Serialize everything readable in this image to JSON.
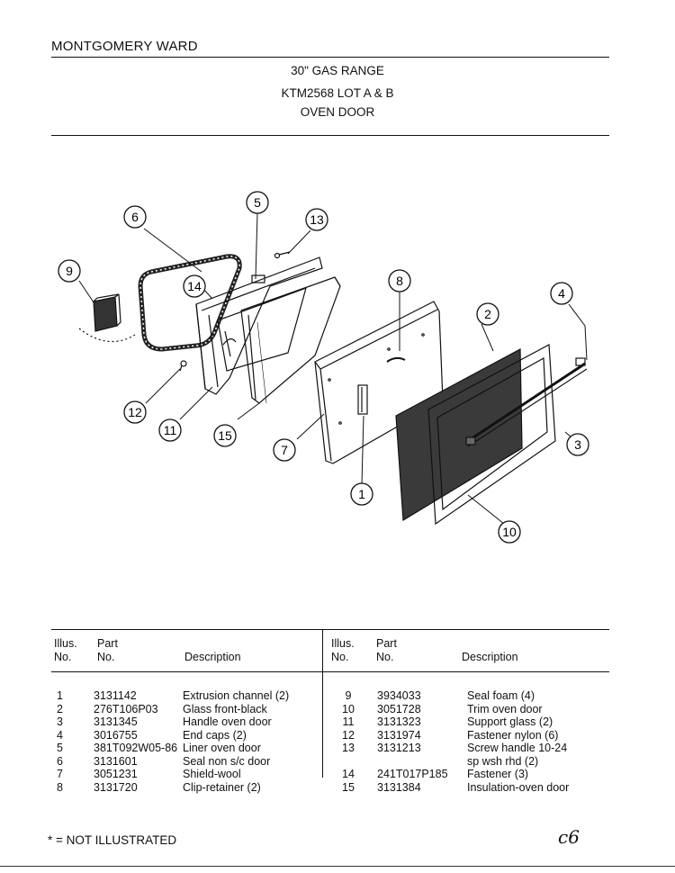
{
  "header": {
    "brand": "MONTGOMERY WARD",
    "line1": "30\" GAS RANGE",
    "line2": "KTM2568 LOT A & B",
    "line3": "OVEN DOOR"
  },
  "callouts": [
    "1",
    "2",
    "3",
    "4",
    "5",
    "6",
    "7",
    "8",
    "9",
    "10",
    "11",
    "12",
    "13",
    "14",
    "15"
  ],
  "table": {
    "headers": {
      "illus_1": "Illus.",
      "illus_2": "No.",
      "part_1": "Part",
      "part_2": "No.",
      "desc": "Description"
    },
    "left": [
      {
        "illus": "1",
        "part": "3131142",
        "desc": "Extrusion channel (2)"
      },
      {
        "illus": "2",
        "part": "276T106P03",
        "desc": "Glass front-black"
      },
      {
        "illus": "3",
        "part": "3131345",
        "desc": "Handle oven door"
      },
      {
        "illus": "4",
        "part": "3016755",
        "desc": "End caps (2)"
      },
      {
        "illus": "5",
        "part": "381T092W05-86",
        "desc": "Liner oven door"
      },
      {
        "illus": "6",
        "part": "3131601",
        "desc": "Seal non s/c door"
      },
      {
        "illus": "7",
        "part": "3051231",
        "desc": "Shield-wool"
      },
      {
        "illus": "8",
        "part": "3131720",
        "desc": "Clip-retainer (2)"
      }
    ],
    "right": [
      {
        "illus": "9",
        "part": "3934033",
        "desc": "Seal foam (4)"
      },
      {
        "illus": "10",
        "part": "3051728",
        "desc": "Trim oven door"
      },
      {
        "illus": "11",
        "part": "3131323",
        "desc": "Support glass (2)"
      },
      {
        "illus": "12",
        "part": "3131974",
        "desc": "Fastener nylon (6)"
      },
      {
        "illus": "13",
        "part": "3131213",
        "desc": "Screw handle 10-24"
      },
      {
        "illus": "",
        "part": "",
        "desc": "sp wsh rhd (2)"
      },
      {
        "illus": "14",
        "part": "241T017P185",
        "desc": "Fastener (3)"
      },
      {
        "illus": "15",
        "part": "3131384",
        "desc": "Insulation-oven door"
      }
    ]
  },
  "footer": {
    "note": "* = NOT ILLUSTRATED",
    "mark": "c6"
  }
}
